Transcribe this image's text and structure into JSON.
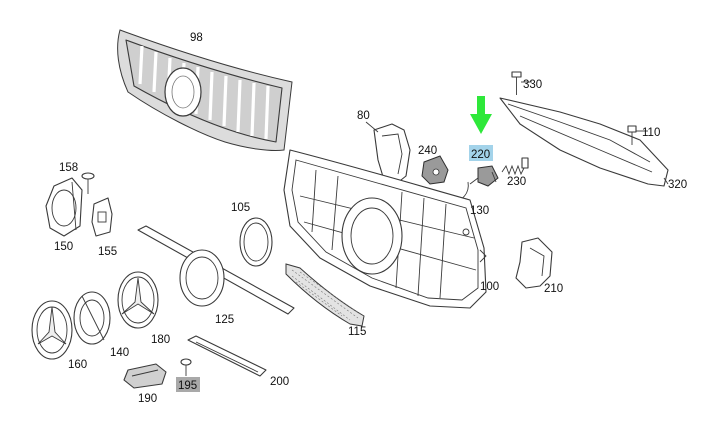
{
  "labels": {
    "p98": "98",
    "p330": "330",
    "p110": "110",
    "p320": "320",
    "p80": "80",
    "p240": "240",
    "p220": "220",
    "p230": "230",
    "p130": "130",
    "p158": "158",
    "p150": "150",
    "p155": "155",
    "p105": "105",
    "p100": "100",
    "p210": "210",
    "p115": "115",
    "p125": "125",
    "p180": "180",
    "p140": "140",
    "p160": "160",
    "p195": "195",
    "p200": "200",
    "p190": "190"
  },
  "highlight": {
    "selected_part": "220",
    "selected_color": "#a3d3ea",
    "secondary_part": "195",
    "secondary_color": "#a9a9a9",
    "arrow_color": "#2ee83a"
  }
}
